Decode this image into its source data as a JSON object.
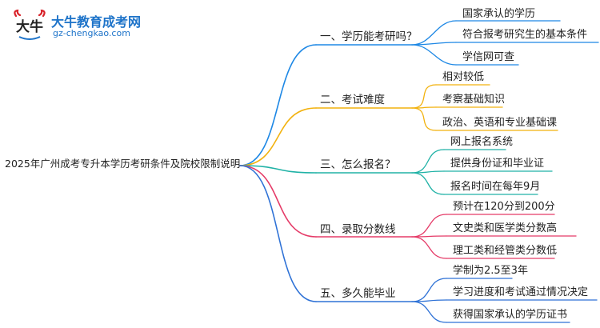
{
  "logo": {
    "title": "大牛教育成考网",
    "url": "gz-chengkao.com",
    "mark_text": "大牛"
  },
  "root": {
    "label": "2025年广州成考专升本学历考研条件及院校限制说明"
  },
  "colors": {
    "branch_1": "#1e88e5",
    "branch_2": "#f2b20f",
    "branch_3": "#20b2a6",
    "branch_4": "#e53b68",
    "branch_5": "#2f72d6",
    "logo_blue": "#1d73c9",
    "logo_red": "#d9232a"
  },
  "branches": [
    {
      "label": "一、学历能考研吗？",
      "children": [
        "国家承认的学历",
        "符合报考研究生的基本条件",
        "学信网可查"
      ]
    },
    {
      "label": "二、考试难度",
      "children": [
        "相对较低",
        "考察基础知识",
        "政治、英语和专业基础课"
      ]
    },
    {
      "label": "三、怎么报名？",
      "children": [
        "网上报名系统",
        "提供身份证和毕业证",
        "报名时间在每年9月"
      ]
    },
    {
      "label": "四、录取分数线",
      "children": [
        "预计在120分到200分",
        "文史类和医学类分数高",
        "理工类和经管类分数低"
      ]
    },
    {
      "label": "五、多久能毕业",
      "children": [
        "学制为2.5至3年",
        "学习进度和考试通过情况决定",
        "获得国家承认的学历证书"
      ]
    }
  ]
}
